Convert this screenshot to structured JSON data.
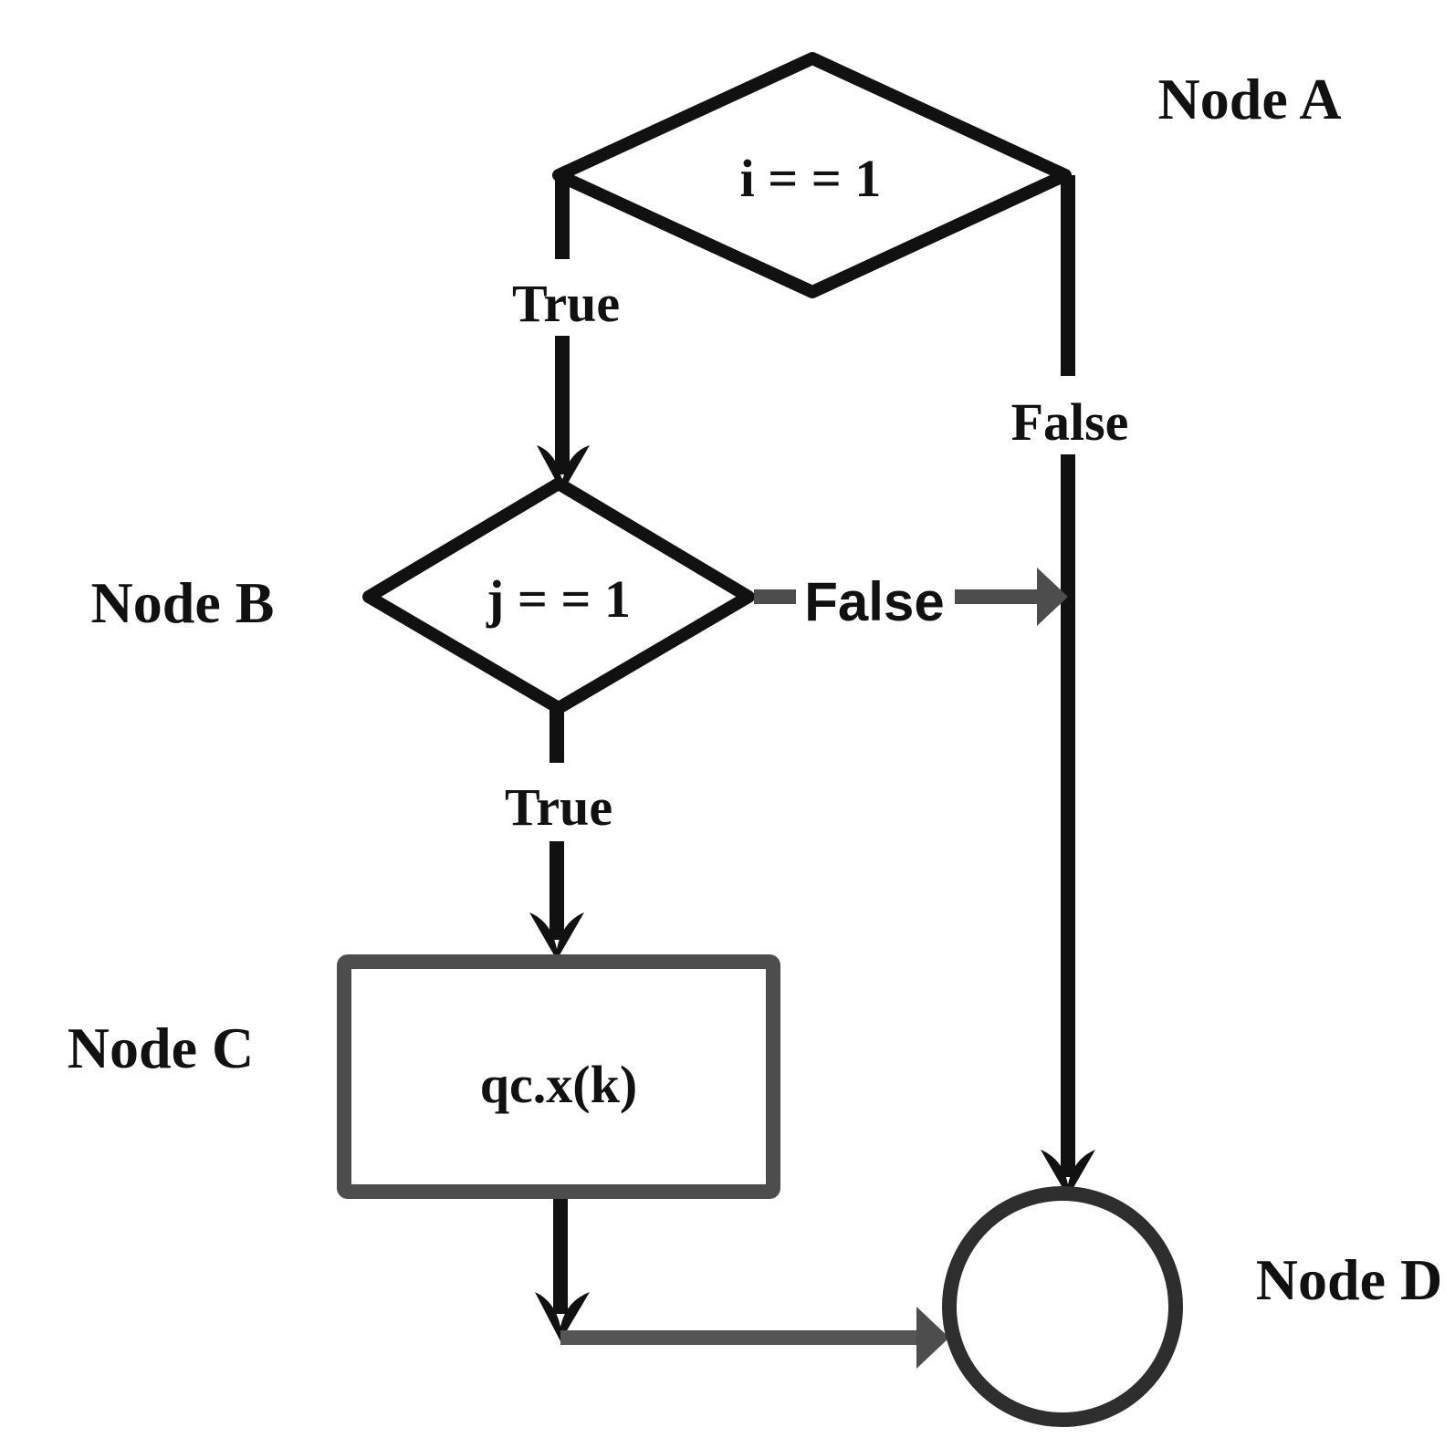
{
  "nodes": {
    "a": {
      "name": "Node A",
      "condition": "i = = 1"
    },
    "b": {
      "name": "Node B",
      "condition": "j = = 1"
    },
    "c": {
      "name": "Node C",
      "statement": "qc.x(k)"
    },
    "d": {
      "name": "Node D"
    }
  },
  "edges": {
    "a_true": "True",
    "a_false": "False",
    "b_true": "True",
    "b_false": "False"
  },
  "colors": {
    "primary_stroke": "#111111",
    "secondary_stroke": "#4d4d4d",
    "circle_stroke": "#2e2e2e",
    "background": "#ffffff"
  }
}
